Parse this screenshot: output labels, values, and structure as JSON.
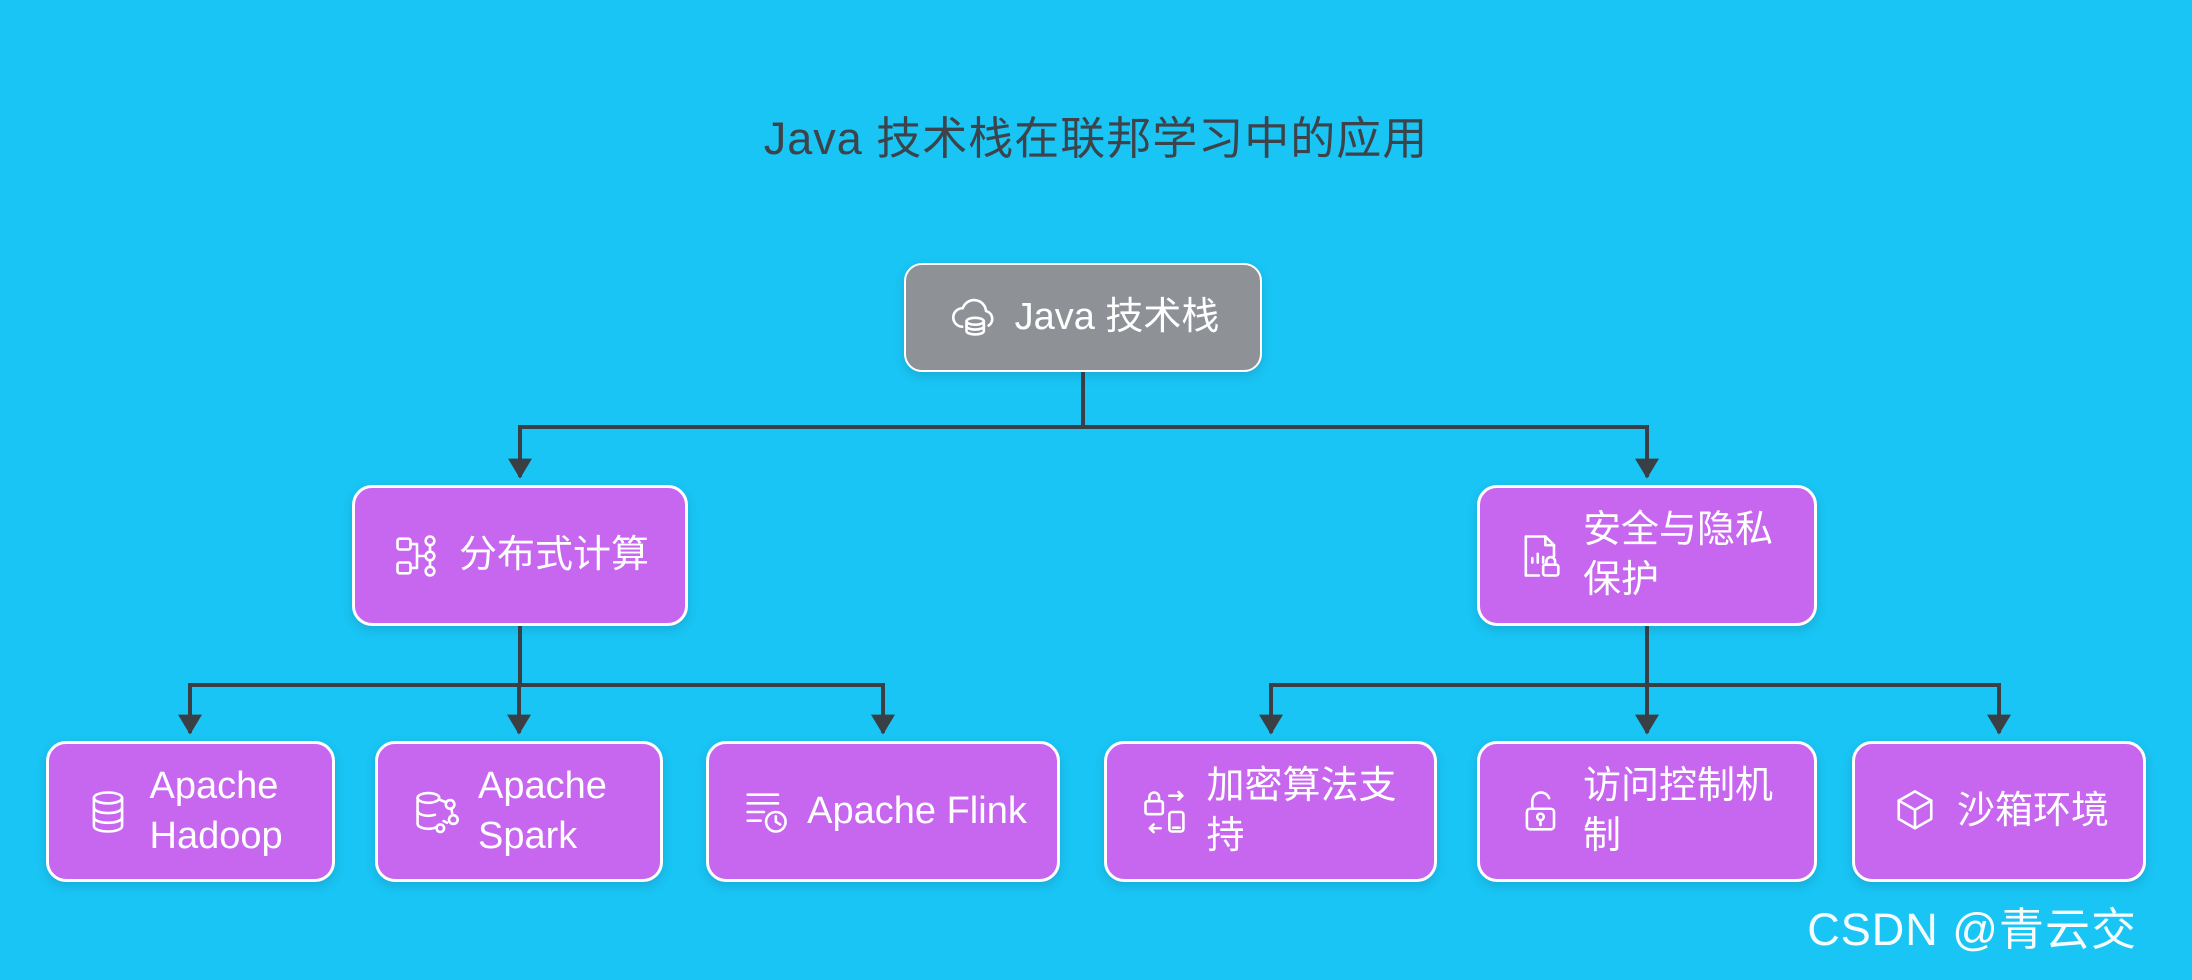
{
  "page": {
    "title": "Java 技术栈在联邦学习中的应用",
    "watermark": "CSDN @青云交",
    "background_color": "#19c5f4",
    "node_color_root": "#8e9297",
    "node_color_branch": "#c766ef",
    "connector_color": "#393f45"
  },
  "tree": {
    "root": {
      "label": "Java 技术栈",
      "icon": "cloud-database-icon"
    },
    "level2": [
      {
        "label": "分布式计算",
        "icon": "distributed-data-icon"
      },
      {
        "label": "安全与隐私保护",
        "icon": "document-lock-icon"
      }
    ],
    "level3": [
      {
        "label": "Apache Hadoop",
        "icon": "database-icon"
      },
      {
        "label": "Apache Spark",
        "icon": "database-network-icon"
      },
      {
        "label": "Apache Flink",
        "icon": "server-clock-icon"
      },
      {
        "label": "加密算法支持",
        "icon": "lock-sync-icon"
      },
      {
        "label": "访问控制机制",
        "icon": "unlock-icon"
      },
      {
        "label": "沙箱环境",
        "icon": "cube-icon"
      }
    ]
  }
}
